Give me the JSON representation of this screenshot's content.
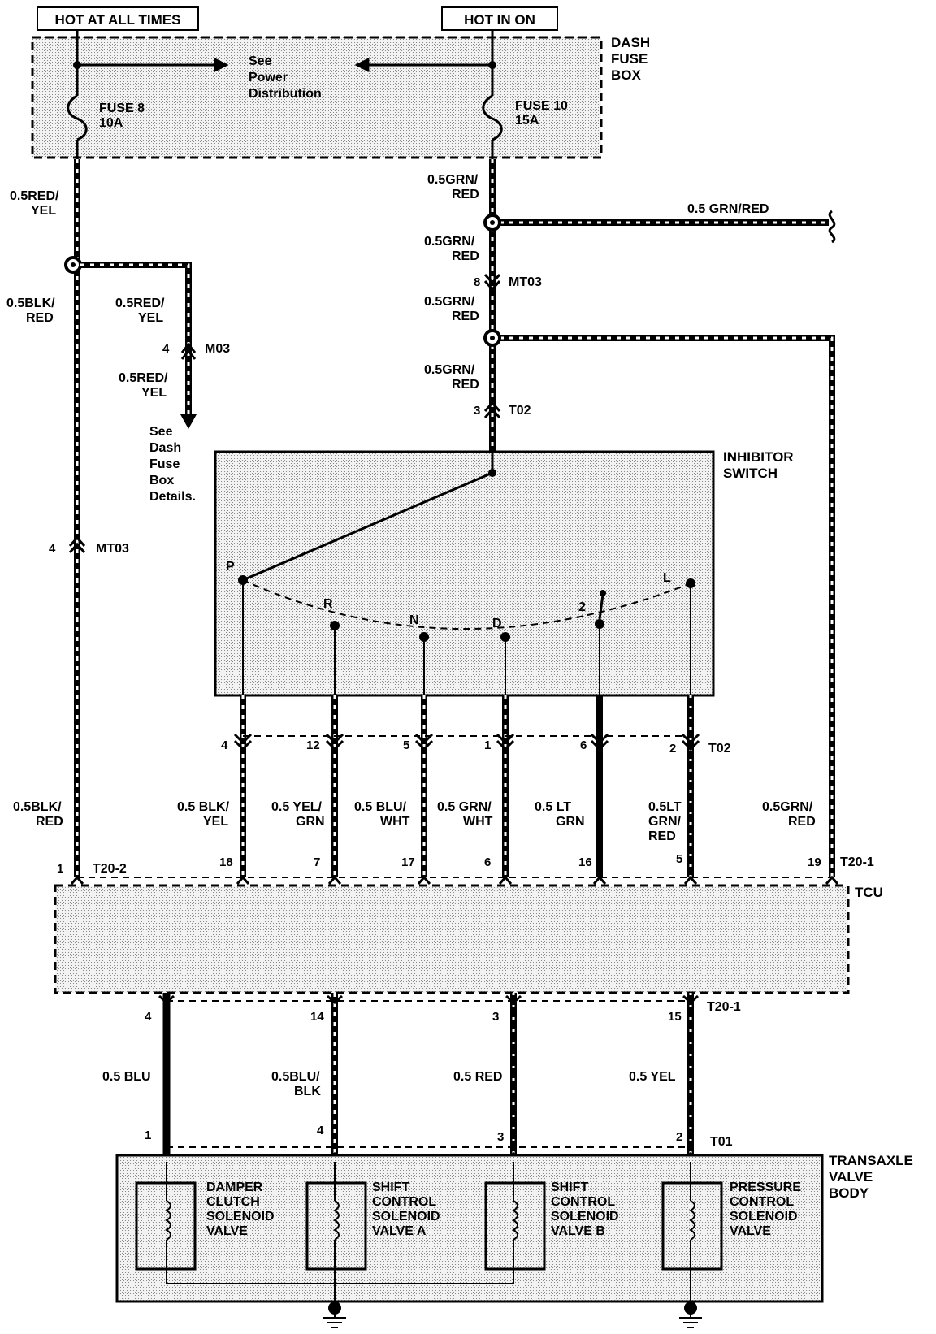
{
  "sources": {
    "hot_at_all_times": "HOT AT ALL TIMES",
    "hot_in_on": "HOT IN ON"
  },
  "dash_fuse_box": {
    "label_line1": "DASH",
    "label_line2": "FUSE",
    "label_line3": "BOX",
    "fuse_left_line1": "FUSE 8",
    "fuse_left_line2": "10A",
    "fuse_right_line1": "FUSE 10",
    "fuse_right_line2": "15A",
    "see_line1": "See",
    "see_line2": "Power",
    "see_line3": "Distribution"
  },
  "wires": {
    "w_left_top_1": "0.5RED/",
    "w_left_top_2": "YEL",
    "w_left_mid_1": "0.5BLK/",
    "w_left_mid_2": "RED",
    "w_branch_top_1": "0.5RED/",
    "w_branch_top_2": "YEL",
    "w_branch_bot_1": "0.5RED/",
    "w_branch_bot_2": "YEL",
    "w_c1_1": "0.5GRN/",
    "w_c1_2": "RED",
    "w_c2_1": "0.5GRN/",
    "w_c2_2": "RED",
    "w_c3_1": "0.5GRN/",
    "w_c3_2": "RED",
    "w_c4_1": "0.5GRN/",
    "w_c4_2": "RED",
    "w_right_branch": "0.5 GRN/RED",
    "w_left_low_1": "0.5BLK/",
    "w_left_low_2": "RED",
    "w_ts1_1": "0.5 BLK/",
    "w_ts1_2": "YEL",
    "w_ts2_1": "0.5 YEL/",
    "w_ts2_2": "GRN",
    "w_ts3_1": "0.5 BLU/",
    "w_ts3_2": "WHT",
    "w_ts4_1": "0.5 GRN/",
    "w_ts4_2": "WHT",
    "w_ts5_1": "0.5 LT",
    "w_ts5_2": "GRN",
    "w_ts6_1": "0.5LT",
    "w_ts6_2": "GRN/",
    "w_ts6_3": "RED",
    "w_right_down_1": "0.5GRN/",
    "w_right_down_2": "RED",
    "w_sol1": "0.5 BLU",
    "w_sol2_1": "0.5BLU/",
    "w_sol2_2": "BLK",
    "w_sol3": "0.5 RED",
    "w_sol4": "0.5 YEL"
  },
  "see_dash": {
    "l1": "See",
    "l2": "Dash",
    "l3": "Fuse",
    "l4": "Box",
    "l5": "Details."
  },
  "connectors": {
    "mt03": "MT03",
    "m03": "M03",
    "t02": "T02",
    "t20_2": "T20-2",
    "t20_1": "T20-1",
    "t01": "T01",
    "pin_8": "8",
    "pin_4a": "4",
    "pin_4b": "4",
    "pin_3": "3",
    "t02_pins": [
      "4",
      "12",
      "5",
      "1",
      "6",
      "2"
    ],
    "tcu_top_pins": [
      "1",
      "18",
      "7",
      "17",
      "6",
      "16",
      "5",
      "19"
    ],
    "tcu_bot_pins": [
      "4",
      "14",
      "3",
      "15"
    ],
    "t01_pins": [
      "1",
      "4",
      "3",
      "2"
    ]
  },
  "inhibitor_switch": {
    "label_line1": "INHIBITOR",
    "label_line2": "SWITCH",
    "positions": [
      "P",
      "R",
      "N",
      "D",
      "2",
      "L"
    ]
  },
  "tcu": {
    "label": "TCU"
  },
  "transaxle": {
    "label_line1": "TRANSAXLE",
    "label_line2": "VALVE",
    "label_line3": "BODY",
    "sol1": [
      "DAMPER",
      "CLUTCH",
      "SOLENOID",
      "VALVE"
    ],
    "sol2": [
      "SHIFT",
      "CONTROL",
      "SOLENOID",
      "VALVE A"
    ],
    "sol3": [
      "SHIFT",
      "CONTROL",
      "SOLENOID",
      "VALVE B"
    ],
    "sol4": [
      "PRESSURE",
      "CONTROL",
      "SOLENOID",
      "VALVE"
    ]
  }
}
